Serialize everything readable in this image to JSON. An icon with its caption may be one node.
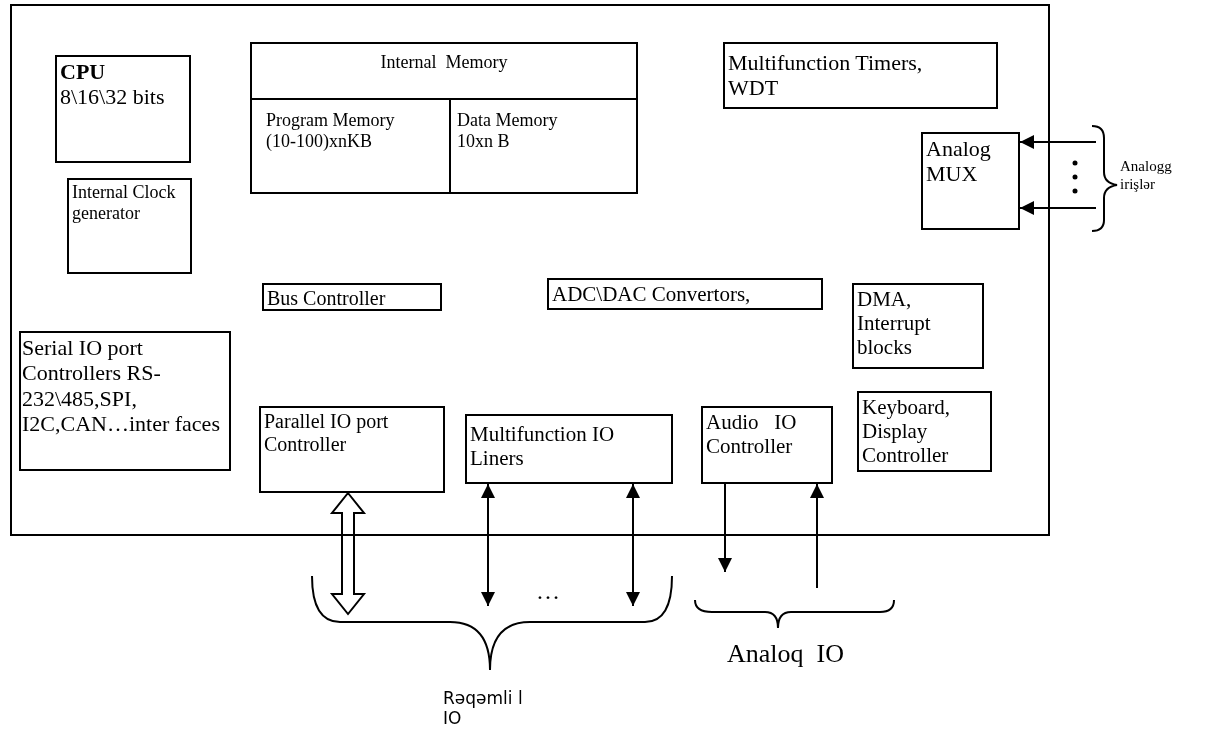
{
  "diagram": {
    "nodes": [
      {
        "text": [],
        "shape": "box"
      },
      {
        "text": [
          "CPU",
          "8\\16\\32 bits"
        ],
        "in": 0
      },
      {
        "text": [
          "Internal  Memory"
        ],
        "in": 0
      },
      {
        "text": [
          "Program Memory (10-100)xnKB"
        ],
        "in": 2
      },
      {
        "text": [
          "Data Memory 10xn B"
        ],
        "in": 2
      },
      {
        "text": [
          "Multifunction Timers, WDT"
        ],
        "in": 0
      },
      {
        "text": [
          "Analog MUX"
        ],
        "in": 0
      },
      {
        "text": [
          "Internal Clock generator"
        ],
        "in": 0
      },
      {
        "text": [
          "Bus Controller"
        ],
        "in": 0
      },
      {
        "text": [
          "ADC\\DAC Convertors,"
        ],
        "in": 0
      },
      {
        "text": [
          "DMA, Interrupt blocks"
        ],
        "in": 0
      },
      {
        "text": [
          "Serial IO port Controllers RS-232\\485,SPI, I2C,CAN…inter faces"
        ],
        "in": 0
      },
      {
        "text": [
          "Parallel IO port Controller"
        ],
        "in": 0
      },
      {
        "text": [
          "Multifunction IO Liners"
        ],
        "in": 0
      },
      {
        "text": [
          "Audio   IO Controller"
        ],
        "in": 0
      },
      {
        "text": [
          "Keyboard, Display Controller"
        ],
        "in": 0
      }
    ],
    "edges": [
      {
        "from": null,
        "to": 6,
        "arrow": "to"
      },
      {
        "from": null,
        "to": 6,
        "arrow": "to"
      },
      {
        "from": 12,
        "to": null,
        "arrow": "both",
        "style": "thick"
      },
      {
        "from": 13,
        "to": null,
        "arrow": "both"
      },
      {
        "from": 13,
        "to": null,
        "arrow": "both"
      },
      {
        "from": 14,
        "to": null,
        "arrow": "to"
      },
      {
        "from": null,
        "to": 14,
        "arrow": "to"
      }
    ],
    "labels": [
      "Analogg irişlər",
      "…",
      "Rəqəmli l IO",
      "Analoq  IO"
    ]
  }
}
